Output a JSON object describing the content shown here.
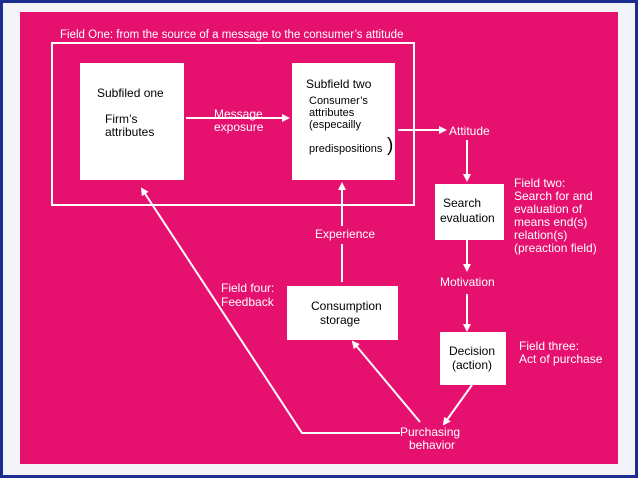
{
  "field_one_title": "Field One: from the source of a message to the consumer’s attitude",
  "subfield_one": {
    "title": "Subfiled one",
    "body_1": "Firm’s",
    "body_2": "attributes"
  },
  "message_exposure": {
    "line_1": "Message",
    "line_2": "exposure"
  },
  "subfield_two": {
    "title": "Subfield two",
    "line_1": "Consumer’s",
    "line_2": "attributes",
    "line_3": "(especailly",
    "line_4": "predispositions",
    "close_paren": ")"
  },
  "attitude": "Attitude",
  "search_evaluation": {
    "line_1": "Search",
    "line_2": "evaluation"
  },
  "field_two": {
    "line_1": "Field two:",
    "line_2": "Search for and",
    "line_3": "evaluation of",
    "line_4": "means end(s)",
    "line_5": "relation(s)",
    "line_6": "(preaction field)"
  },
  "motivation": "Motivation",
  "decision": {
    "line_1": "Decision",
    "line_2": "(action)"
  },
  "field_three": {
    "line_1": "Field three:",
    "line_2": "Act of purchase"
  },
  "experience": "Experience",
  "field_four": {
    "line_1": "Field four:",
    "line_2": "Feedback"
  },
  "consumption_storage": {
    "line_1": "Consumption",
    "line_2": "storage"
  },
  "purchasing_behavior": {
    "line_1": "Purchasing",
    "line_2": "behavior"
  },
  "colors": {
    "background": "#e6106f",
    "box": "#ffffff",
    "frame_border": "#1d2c8f"
  }
}
